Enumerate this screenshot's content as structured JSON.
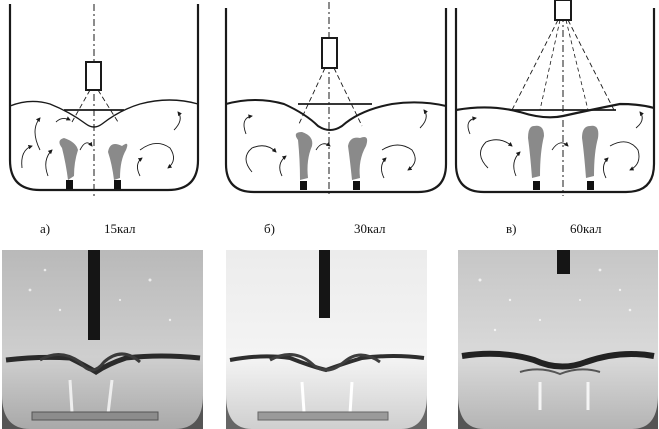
{
  "panels": [
    {
      "letter": "а)",
      "value": "15кал"
    },
    {
      "letter": "б)",
      "value": "30кал"
    },
    {
      "letter": "в)",
      "value": "60кал"
    }
  ],
  "colors": {
    "plume": "#8a8a8a",
    "ink": "#1a1a1a",
    "photo_bg": "#bdbdbd"
  },
  "icons": [
    "lance-icon",
    "tuyere-icon",
    "flow-arrow-icon"
  ]
}
